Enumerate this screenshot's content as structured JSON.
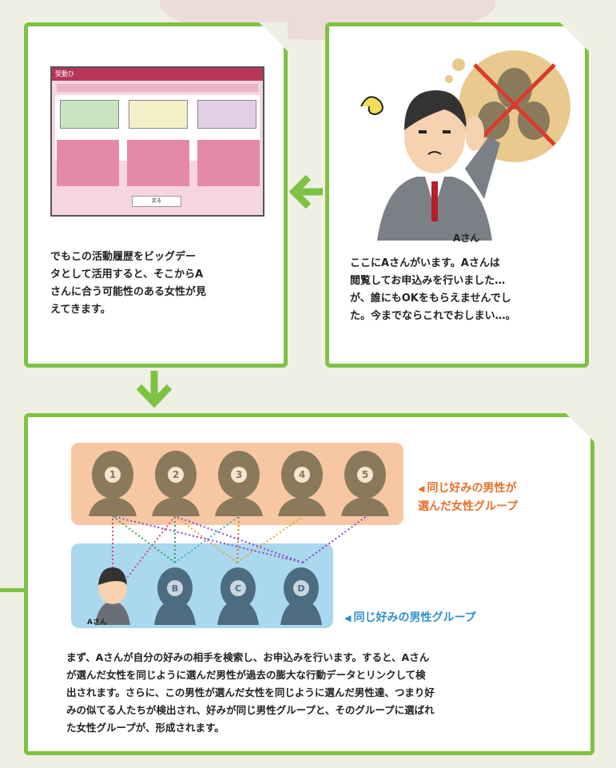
{
  "panel_left": {
    "mini_screen": {
      "header_text": "受動ひ",
      "button_label": "戻る"
    },
    "text": "でもこの活動履歴をビッグデー\nタとして活用すると、そこからA\nさんに合う可能性のある女性が見\nえてきます。"
  },
  "panel_right": {
    "person_name": "Aさん",
    "text": "ここにAさんがいます。Aさんは\n閲覧してお申込みを行いました…\nが、誰にもOKをもらえませんでし\nた。今までならこれでおしまい…。"
  },
  "panel_bottom": {
    "female_group": {
      "numbers": [
        "1",
        "2",
        "3",
        "4",
        "5"
      ],
      "label": "同じ好みの男性が\n選んだ女性グループ"
    },
    "male_group": {
      "person_name": "Aさん",
      "letters": [
        "B",
        "C",
        "D"
      ],
      "label": "同じ好みの男性グループ"
    },
    "text": "まず、Aさんが自分の好みの相手を検索し、お申込みを行います。すると、Aさん\nが選んだ女性を同じように選んだ男性が過去の膨大な行動データとリンクして検\n出されます。さらに、この男性が選んだ女性を同じように選んだ男性達、つまり好\nみの似てる人たちが検出され、好みが同じ男性グループと、そのグループに選ばれ\nた女性グループが、形成されます。"
  },
  "colors": {
    "frame_green": "#7dc242",
    "female_bg": "#f7c7a3",
    "male_bg": "#a9d8ef",
    "female_label": "#e8702a",
    "male_label": "#2e8fcb",
    "silhouette": "#8a7a5c",
    "male_silhouette": "#4d6c80"
  }
}
